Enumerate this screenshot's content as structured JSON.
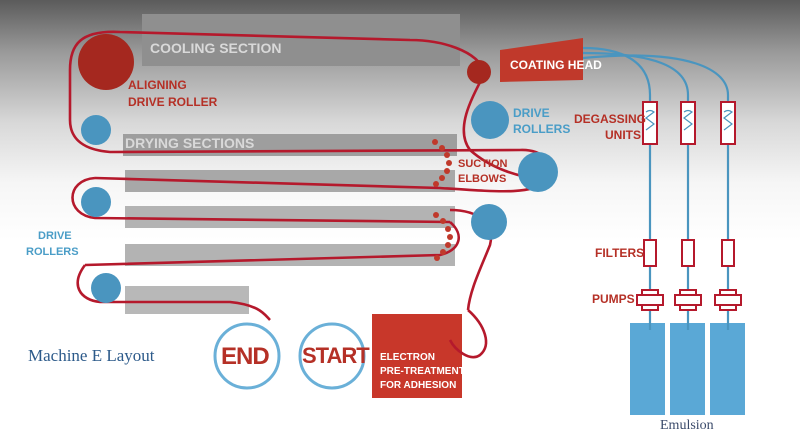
{
  "title": "Machine E Layout",
  "sections": {
    "cooling": "COOLING SECTION",
    "drying": "DRYING SECTIONS"
  },
  "labels": {
    "aligning_line1": "ALIGNING",
    "aligning_line2": "DRIVE ROLLER",
    "coating_head": "COATING HEAD",
    "drive_rollers_right_1": "DRIVE",
    "drive_rollers_right_2": "ROLLERS",
    "drive_rollers_left_1": "DRIVE",
    "drive_rollers_left_2": "ROLLERS",
    "suction_1": "SUCTION",
    "suction_2": "ELBOWS",
    "degassing_1": "DEGASSING",
    "degassing_2": "UNITS",
    "filters": "FILTERS",
    "pumps": "PUMPS",
    "end": "END",
    "start": "START",
    "electron_1": "ELECTRON",
    "electron_2": "PRE-TREATMENT",
    "electron_3": "FOR ADHESION",
    "emulsion": "Emulsion"
  },
  "colors": {
    "web": "#b5192c",
    "roller_blue": "#4a95bf",
    "aligning_red": "#a5281f",
    "section_grey": "#9a9a9a",
    "coating_red": "#c0392b",
    "tank_blue": "#5aa8d6"
  }
}
